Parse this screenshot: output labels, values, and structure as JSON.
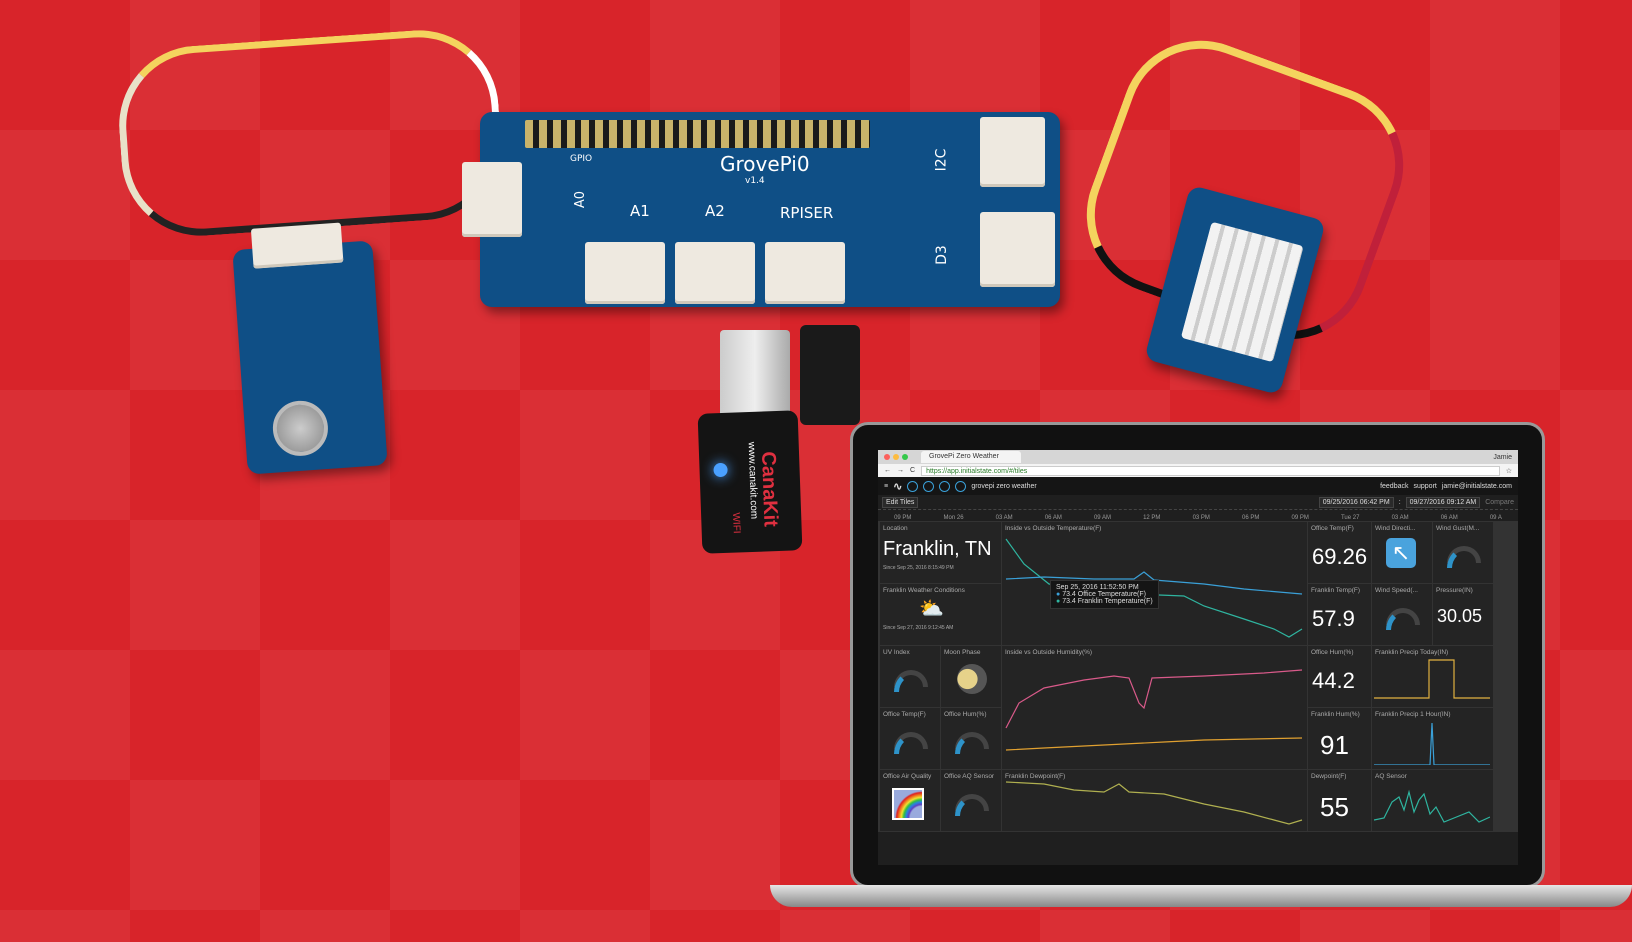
{
  "board": {
    "name": "GrovePi0",
    "version": "v1.4",
    "labels": [
      "GPIO",
      "A0",
      "A1",
      "A2",
      "RPISER",
      "I2C",
      "D3"
    ]
  },
  "wifi_dongle": {
    "brand": "CanaKit",
    "url": "www.canakit.com",
    "label": "WIFI"
  },
  "browser": {
    "tab_title": "GrovePi Zero Weather",
    "url": "https://app.initialstate.com/#/tiles",
    "user": "Jamie"
  },
  "app": {
    "dashboard_name": "grovepi zero weather",
    "links": [
      "feedback",
      "support",
      "jamie@initialstate.com"
    ],
    "edit_tiles": "Edit Tiles",
    "date_from": "09/25/2016 06:42 PM",
    "date_to": "09/27/2016 09:12 AM",
    "compare": "Compare"
  },
  "timeline": [
    "09 PM",
    "Mon 26",
    "03 AM",
    "06 AM",
    "09 AM",
    "12 PM",
    "03 PM",
    "06 PM",
    "09 PM",
    "Tue 27",
    "03 AM",
    "06 AM",
    "09 A"
  ],
  "tiles": {
    "location": {
      "title": "Location",
      "value": "Franklin, TN",
      "since": "Since Sep 25, 2016 8:15:49 PM"
    },
    "conditions": {
      "title": "Franklin Weather Conditions",
      "since": "Since Sep 27, 2016 9:12:45 AM"
    },
    "temp_chart": {
      "title": "Inside vs Outside Temperature(F)",
      "tooltip_time": "Sep 25, 2016 11:52:50 PM",
      "tooltip_rows": [
        {
          "value": "73.4",
          "name": "Office Temperature(F)",
          "color": "#3aa0d8"
        },
        {
          "value": "73.4",
          "name": "Franklin Temperature(F)",
          "color": "#2fb5a0"
        }
      ]
    },
    "office_temp": {
      "title": "Office Temp(F)",
      "value": "69.26"
    },
    "wind_dir": {
      "title": "Wind Directi..."
    },
    "wind_gust": {
      "title": "Wind Gust(M..."
    },
    "franklin_temp": {
      "title": "Franklin Temp(F)",
      "value": "57.9"
    },
    "wind_speed": {
      "title": "Wind Speed(..."
    },
    "pressure": {
      "title": "Pressure(IN)",
      "value": "30.05"
    },
    "uv": {
      "title": "UV Index"
    },
    "moon": {
      "title": "Moon Phase"
    },
    "hum_chart": {
      "title": "Inside vs Outside Humidity(%)"
    },
    "office_hum": {
      "title": "Office Hum(%)",
      "value": "44.2"
    },
    "precip_today": {
      "title": "Franklin Precip Today(IN)"
    },
    "office_temp_g": {
      "title": "Office Temp(F)"
    },
    "office_hum_g": {
      "title": "Office Hum(%)"
    },
    "franklin_hum": {
      "title": "Franklin Hum(%)",
      "value": "91"
    },
    "precip_hour": {
      "title": "Franklin Precip 1 Hour(IN)"
    },
    "air_quality": {
      "title": "Office Air Quality"
    },
    "aq_sensor_g": {
      "title": "Office AQ Sensor"
    },
    "dewpoint_chart": {
      "title": "Franklin Dewpoint(F)"
    },
    "dewpoint": {
      "title": "Dewpoint(F)",
      "value": "55"
    },
    "aq_sensor": {
      "title": "AQ Sensor"
    }
  },
  "colors": {
    "background": "#d8242a",
    "pcb": "#0f4f86",
    "accent": "#3aa0d8"
  }
}
